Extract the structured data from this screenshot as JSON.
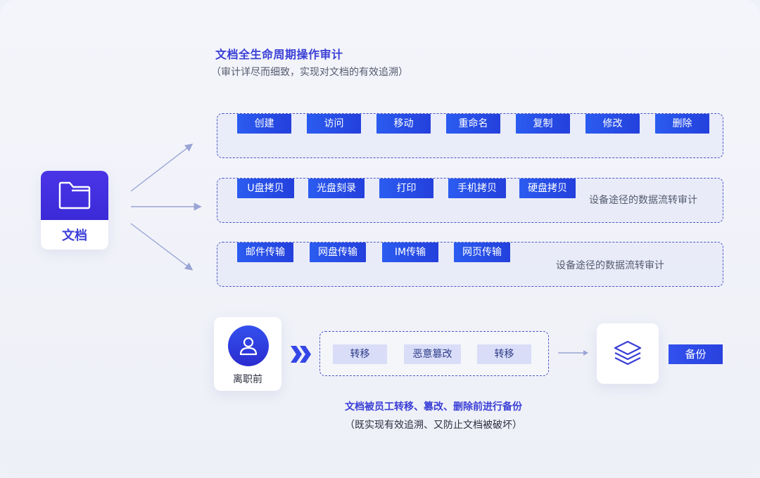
{
  "header": {
    "title": "文档全生命周期操作审计",
    "subtitle": "（审计详尽而细致，实现对文档的有效追溯）"
  },
  "source": {
    "label": "文档",
    "icon": "folder-icon"
  },
  "rows": [
    {
      "tags": [
        "创建",
        "访问",
        "移动",
        "重命名",
        "复制",
        "修改",
        "删除"
      ],
      "note": ""
    },
    {
      "tags": [
        "U盘拷贝",
        "光盘刻录",
        "打印",
        "手机拷贝",
        "硬盘拷贝"
      ],
      "note": "设备途径的数据流转审计"
    },
    {
      "tags": [
        "邮件传输",
        "网盘传输",
        "IM传输",
        "网页传输"
      ],
      "note": "设备途径的数据流转审计"
    }
  ],
  "resign": {
    "label": "离职前",
    "icon": "user-icon"
  },
  "transfer": {
    "tags": [
      "转移",
      "恶意篡改",
      "转移"
    ]
  },
  "backup": {
    "label": "备份",
    "icon": "layers-icon"
  },
  "footer": {
    "title": "文档被员工转移、篡改、删除前进行备份",
    "subtitle": "（既实现有效追溯、又防止文档被破坏）"
  },
  "colors": {
    "accent": "#3a3fd6",
    "tag_blue": "#2440dc",
    "dashed_border": "#4b57c8",
    "soft_tag": "#d9ddf8"
  }
}
